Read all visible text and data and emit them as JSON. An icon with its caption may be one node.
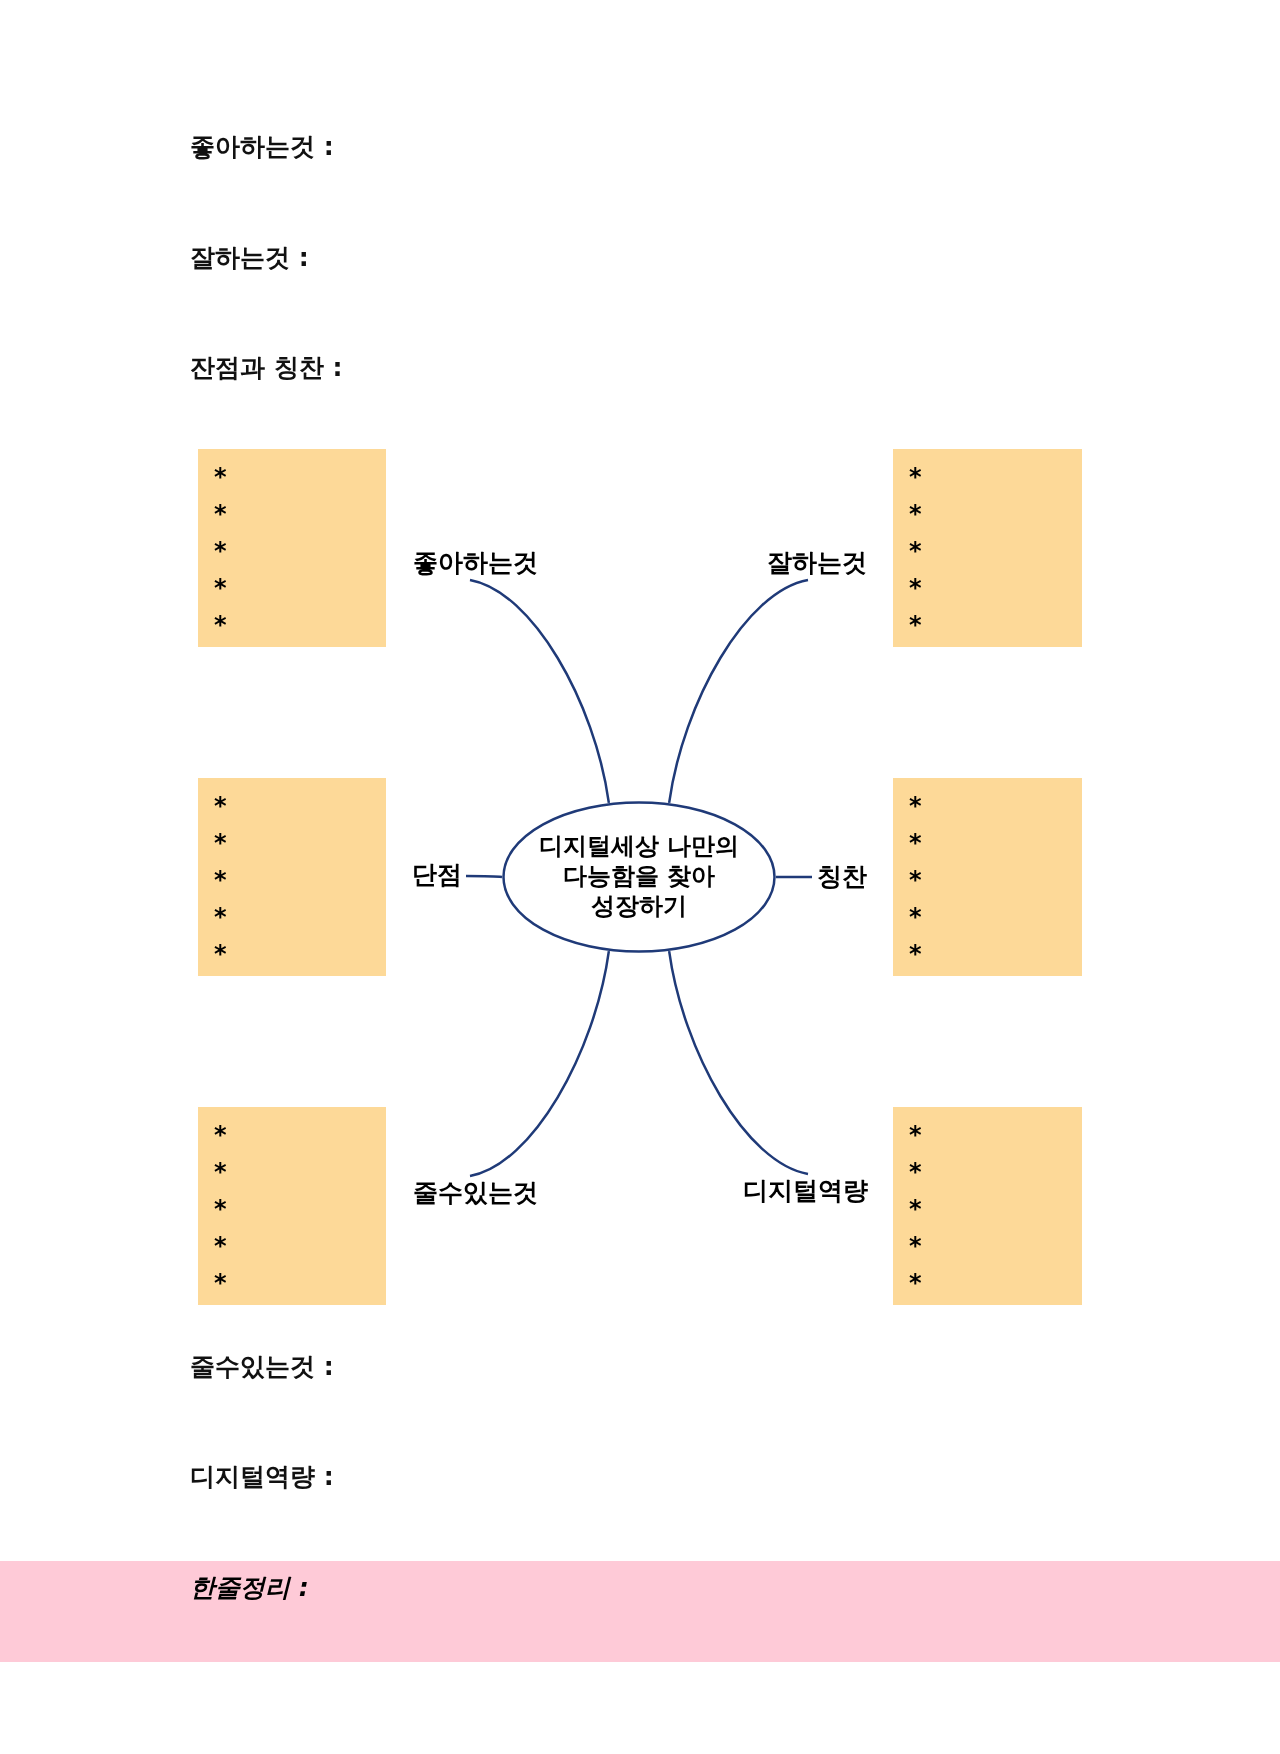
{
  "diagram": {
    "nodes": [
      {
        "text": [
          "*",
          "*",
          "*",
          "*",
          "*"
        ]
      },
      {
        "text": [
          "좋아하는것"
        ]
      },
      {
        "text": [
          "잘하는것"
        ]
      },
      {
        "text": [
          "*",
          "*",
          "*",
          "*",
          "*"
        ]
      },
      {
        "text": [
          "*",
          "*",
          "*",
          "*",
          "*"
        ]
      },
      {
        "text": [
          "단점"
        ]
      },
      {
        "text": [
          "디지털세상 나만의 다능함을 찾아 성장하기"
        ]
      },
      {
        "text": [
          "칭찬"
        ]
      },
      {
        "text": [
          "*",
          "*",
          "*",
          "*",
          "*"
        ]
      },
      {
        "text": [
          "*",
          "*",
          "*",
          "*",
          "*"
        ]
      },
      {
        "text": [
          "줄수있는것"
        ]
      },
      {
        "text": [
          "디지털역량"
        ]
      },
      {
        "text": [
          "*",
          "*",
          "*",
          "*",
          "*"
        ]
      },
      {
        "text": [
          "한줄정리 :"
        ]
      }
    ],
    "edges": [
      {
        "from": 6,
        "to": 1,
        "arrow": "none"
      },
      {
        "from": 6,
        "to": 2,
        "arrow": "none"
      },
      {
        "from": 6,
        "to": 5,
        "arrow": "none"
      },
      {
        "from": 6,
        "to": 7,
        "arrow": "none"
      },
      {
        "from": 6,
        "to": 10,
        "arrow": "none"
      },
      {
        "from": 6,
        "to": 11,
        "arrow": "none"
      }
    ],
    "labels": [
      "좋아하는것 :",
      "잘하는것 :",
      "잔점과 칭찬 :",
      "줄수있는것 :",
      "디지털역량 :"
    ]
  }
}
